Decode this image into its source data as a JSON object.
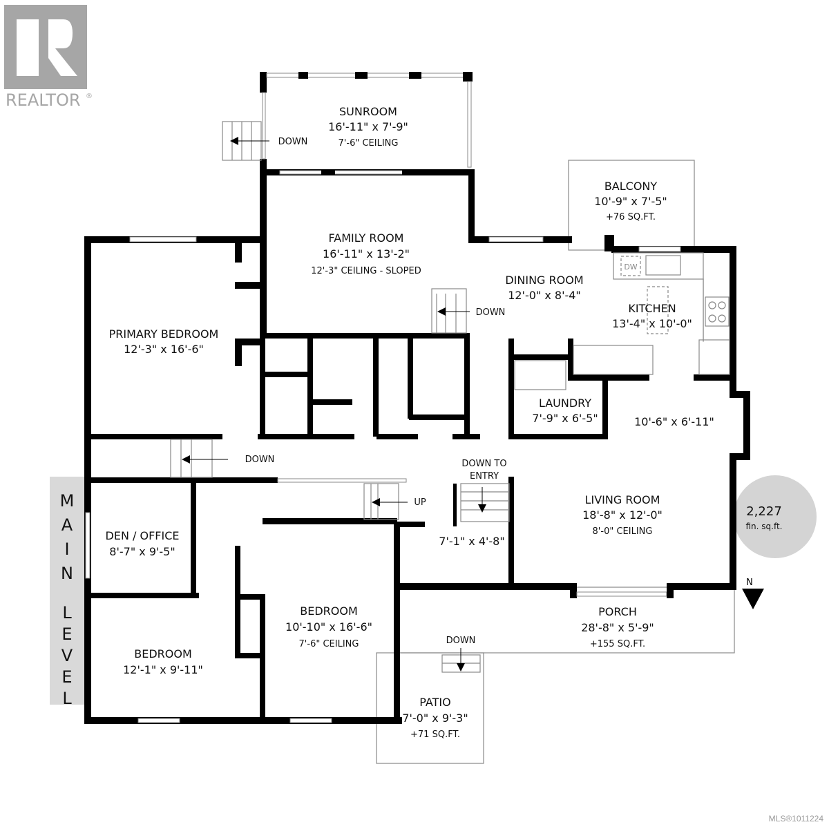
{
  "logo": {
    "text": "REALTOR",
    "mark": "®"
  },
  "level_label": "MAIN LEVEL",
  "level_letters": [
    "M",
    "A",
    "I",
    "N",
    "L",
    "E",
    "V",
    "E",
    "L"
  ],
  "total_area": {
    "value": "2,227",
    "unit": "fin. sq.ft."
  },
  "north": "N",
  "rooms": {
    "sunroom": {
      "name": "SUNROOM",
      "dims": "16'-11\" x 7'-9\"",
      "note": "7'-6\" CEILING"
    },
    "family": {
      "name": "FAMILY ROOM",
      "dims": "16'-11\" x 13'-2\"",
      "note": "12'-3\" CEILING - SLOPED"
    },
    "balcony": {
      "name": "BALCONY",
      "dims": "10'-9\" x 7'-5\"",
      "note": "+76 SQ.FT."
    },
    "dining": {
      "name": "DINING ROOM",
      "dims": "12'-0\" x 8'-4\""
    },
    "kitchen": {
      "name": "KITCHEN",
      "dims": "13'-4\" x 10'-0\""
    },
    "primary": {
      "name": "PRIMARY BEDROOM",
      "dims": "12'-3\" x 16'-6\""
    },
    "laundry": {
      "name": "LAUNDRY",
      "dims": "7'-9\" x 6'-5\""
    },
    "nook": {
      "dims": "10'-6\" x 6'-11\""
    },
    "living": {
      "name": "LIVING ROOM",
      "dims": "18'-8\" x 12'-0\"",
      "note": "8'-0\" CEILING"
    },
    "den": {
      "name": "DEN / OFFICE",
      "dims": "8'-7\" x 9'-5\""
    },
    "entry": {
      "dims": "7'-1\" x 4'-8\""
    },
    "bedroom2": {
      "name": "BEDROOM",
      "dims": "10'-10\" x 16'-6\"",
      "note": "7'-6\" CEILING"
    },
    "bedroom3": {
      "name": "BEDROOM",
      "dims": "12'-1\" x 9'-11\""
    },
    "porch": {
      "name": "PORCH",
      "dims": "28'-8\" x 5'-9\"",
      "note": "+155 SQ.FT."
    },
    "patio": {
      "name": "PATIO",
      "dims": "7'-0\" x 9'-3\"",
      "note": "+71 SQ.FT."
    }
  },
  "stairs": {
    "sunroom_down": "DOWN",
    "dining_down": "DOWN",
    "hall_down": "DOWN",
    "up": "UP",
    "entry_down_1": "DOWN TO",
    "entry_down_2": "ENTRY",
    "patio_down": "DOWN"
  },
  "appliance": {
    "dishwasher": "DW"
  },
  "mls": "MLS®1011224",
  "colors": {
    "wall": "#000000",
    "logo": "#a6a6a6",
    "badge": "#d4d4d4"
  }
}
